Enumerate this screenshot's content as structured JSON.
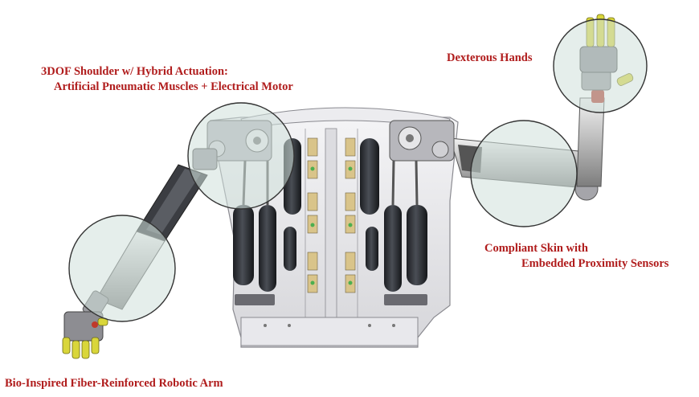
{
  "labels": {
    "shoulder": {
      "line1": "3DOF Shoulder w/ Hybrid Actuation:",
      "line2": "Artificial Pneumatic Muscles + Electrical Motor"
    },
    "hands": "Dexterous Hands",
    "skin": {
      "line1": "Compliant Skin with",
      "line2": "Embedded Proximity Sensors"
    },
    "arm": "Bio-Inspired Fiber-Reinforced Robotic Arm"
  },
  "colors": {
    "label_text": "#b01c1c",
    "highlight_circle": "#cfe0db",
    "muscle": "#2a2d33",
    "finger": "#d9d63a",
    "chassis": "#e4e4e8"
  }
}
